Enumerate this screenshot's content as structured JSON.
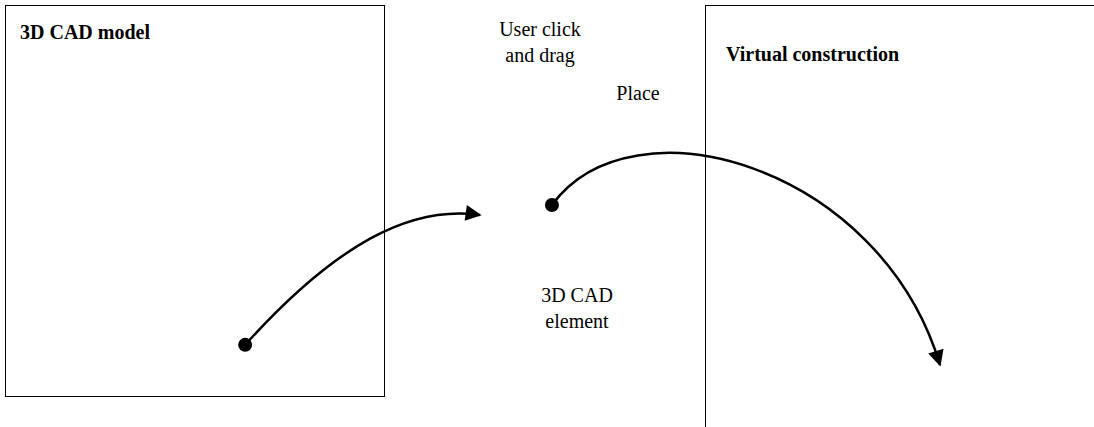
{
  "diagram": {
    "nodes": [
      {
        "text": [
          "3D CAD model"
        ]
      },
      {
        "text": [
          "3D CAD element"
        ]
      },
      {
        "text": [
          "Virtual construction"
        ]
      }
    ],
    "edges": [
      {
        "from": 0,
        "to": 1,
        "arrow": "to",
        "label": "User click and drag"
      },
      {
        "from": 1,
        "to": 2,
        "arrow": "to",
        "label": "Place"
      }
    ]
  }
}
